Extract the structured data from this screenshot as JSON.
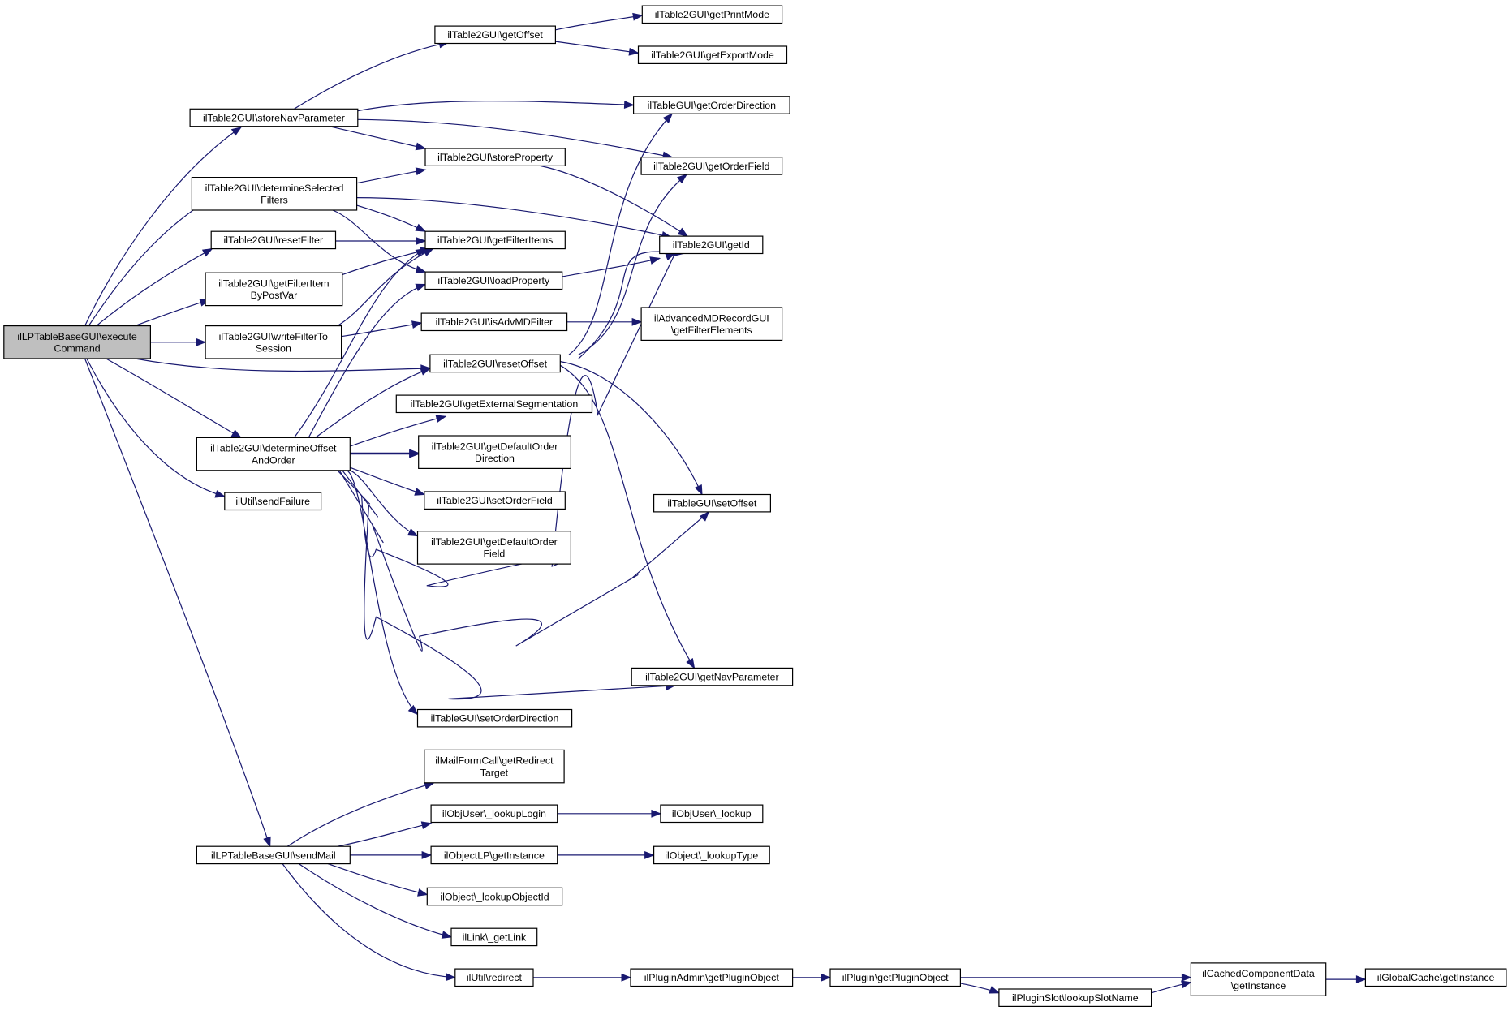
{
  "graph": {
    "root": "execute",
    "edge_color": "#191970",
    "root_fill": "#bfbfbf",
    "nodes": [
      {
        "id": "execute",
        "lines": [
          "ilLPTableBaseGUI\\execute",
          "Command"
        ]
      },
      {
        "id": "storeNav",
        "lines": [
          "ilTable2GUI\\storeNavParameter"
        ]
      },
      {
        "id": "detSel",
        "lines": [
          "ilTable2GUI\\determineSelected",
          "Filters"
        ]
      },
      {
        "id": "resetFilter",
        "lines": [
          "ilTable2GUI\\resetFilter"
        ]
      },
      {
        "id": "getFilterItemBPV",
        "lines": [
          "ilTable2GUI\\getFilterItem",
          "ByPostVar"
        ]
      },
      {
        "id": "writeFilter",
        "lines": [
          "ilTable2GUI\\writeFilterTo",
          "Session"
        ]
      },
      {
        "id": "detOffset",
        "lines": [
          "ilTable2GUI\\determineOffset",
          "AndOrder"
        ]
      },
      {
        "id": "sendFailure",
        "lines": [
          "ilUtil\\sendFailure"
        ]
      },
      {
        "id": "sendMail",
        "lines": [
          "ilLPTableBaseGUI\\sendMail"
        ]
      },
      {
        "id": "getOffset",
        "lines": [
          "ilTable2GUI\\getOffset"
        ]
      },
      {
        "id": "storeProp",
        "lines": [
          "ilTable2GUI\\storeProperty"
        ]
      },
      {
        "id": "getFilterItems",
        "lines": [
          "ilTable2GUI\\getFilterItems"
        ]
      },
      {
        "id": "loadProp",
        "lines": [
          "ilTable2GUI\\loadProperty"
        ]
      },
      {
        "id": "isAdvMD",
        "lines": [
          "ilTable2GUI\\isAdvMDFilter"
        ]
      },
      {
        "id": "resetOffset",
        "lines": [
          "ilTable2GUI\\resetOffset"
        ]
      },
      {
        "id": "getExtSeg",
        "lines": [
          "ilTable2GUI\\getExternalSegmentation"
        ]
      },
      {
        "id": "getDefOrdDir",
        "lines": [
          "ilTable2GUI\\getDefaultOrder",
          "Direction"
        ]
      },
      {
        "id": "setOrderField",
        "lines": [
          "ilTable2GUI\\setOrderField"
        ]
      },
      {
        "id": "getDefOrdField",
        "lines": [
          "ilTable2GUI\\getDefaultOrder",
          "Field"
        ]
      },
      {
        "id": "setOrderDir",
        "lines": [
          "ilTableGUI\\setOrderDirection"
        ]
      },
      {
        "id": "getRedirect",
        "lines": [
          "ilMailFormCall\\getRedirect",
          "Target"
        ]
      },
      {
        "id": "lookupLogin",
        "lines": [
          "ilObjUser\\_lookupLogin"
        ]
      },
      {
        "id": "objLPInst",
        "lines": [
          "ilObjectLP\\getInstance"
        ]
      },
      {
        "id": "lookupObjId",
        "lines": [
          "ilObject\\_lookupObjectId"
        ]
      },
      {
        "id": "getLink",
        "lines": [
          "ilLink\\_getLink"
        ]
      },
      {
        "id": "redirect",
        "lines": [
          "ilUtil\\redirect"
        ]
      },
      {
        "id": "getPrintMode",
        "lines": [
          "ilTable2GUI\\getPrintMode"
        ]
      },
      {
        "id": "getExportMode",
        "lines": [
          "ilTable2GUI\\getExportMode"
        ]
      },
      {
        "id": "getOrderDirection",
        "lines": [
          "ilTableGUI\\getOrderDirection"
        ]
      },
      {
        "id": "getOrderField",
        "lines": [
          "ilTable2GUI\\getOrderField"
        ]
      },
      {
        "id": "getId",
        "lines": [
          "ilTable2GUI\\getId"
        ]
      },
      {
        "id": "advMDGetFilter",
        "lines": [
          "ilAdvancedMDRecordGUI",
          "\\getFilterElements"
        ]
      },
      {
        "id": "setOffset",
        "lines": [
          "ilTableGUI\\setOffset"
        ]
      },
      {
        "id": "getNavParam",
        "lines": [
          "ilTable2GUI\\getNavParameter"
        ]
      },
      {
        "id": "userLookup",
        "lines": [
          "ilObjUser\\_lookup"
        ]
      },
      {
        "id": "lookupType",
        "lines": [
          "ilObject\\_lookupType"
        ]
      },
      {
        "id": "pluginAdmin",
        "lines": [
          "ilPluginAdmin\\getPluginObject"
        ]
      },
      {
        "id": "pluginGet",
        "lines": [
          "ilPlugin\\getPluginObject"
        ]
      },
      {
        "id": "pluginSlot",
        "lines": [
          "ilPluginSlot\\lookupSlotName"
        ]
      },
      {
        "id": "cachedComp",
        "lines": [
          "ilCachedComponentData",
          "\\getInstance"
        ]
      },
      {
        "id": "globalCache",
        "lines": [
          "ilGlobalCache\\getInstance"
        ]
      }
    ]
  }
}
